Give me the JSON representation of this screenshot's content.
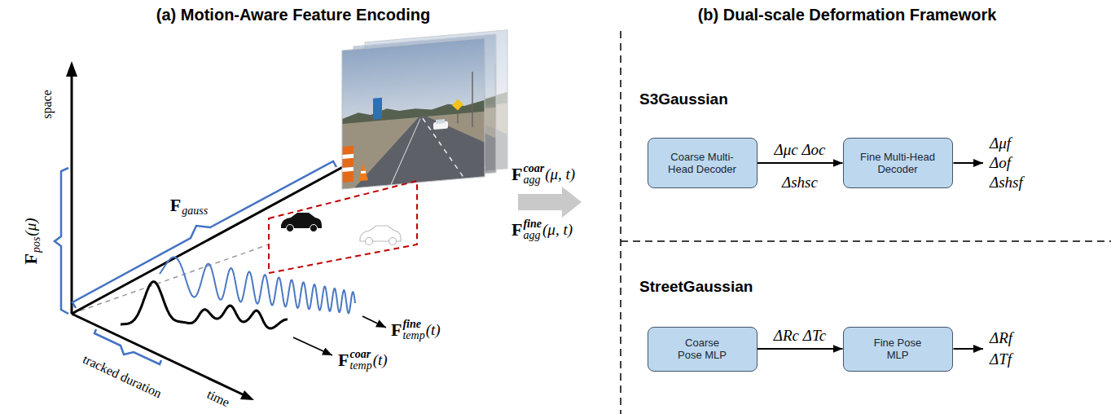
{
  "diagram": {
    "nodes": [
      {
        "text": [
          "Coarse Multi-Head Decoder"
        ]
      },
      {
        "text": [
          "Fine Multi-Head Decoder"
        ]
      },
      {
        "text": [
          "Coarse Pose MLP"
        ]
      },
      {
        "text": [
          "Fine Pose MLP"
        ]
      }
    ],
    "edges": [
      {
        "from": 0,
        "to": 1,
        "arrow": "to",
        "label": "Δμc Δoc"
      },
      {
        "from": 2,
        "to": 3,
        "arrow": "to",
        "label": "ΔRc ΔTc"
      }
    ],
    "labels": [
      "(a) Motion-Aware Feature Encoding",
      "(b) Dual-scale Deformation Framework",
      "space",
      "F",
      "pos",
      "(μ)",
      "F",
      "gauss",
      "tracked duration",
      "time",
      "F",
      "fine",
      "temp",
      "(t)",
      "F",
      "coar",
      "temp",
      "(t)",
      "F",
      "coar",
      "agg",
      "(μ, t)",
      "F",
      "fine",
      "agg",
      "(μ, t)",
      "S3Gaussian",
      "Δshsc",
      "Δμf",
      "Δof",
      "Δshsf",
      "StreetGaussian",
      "ΔRf",
      "ΔTf"
    ]
  }
}
